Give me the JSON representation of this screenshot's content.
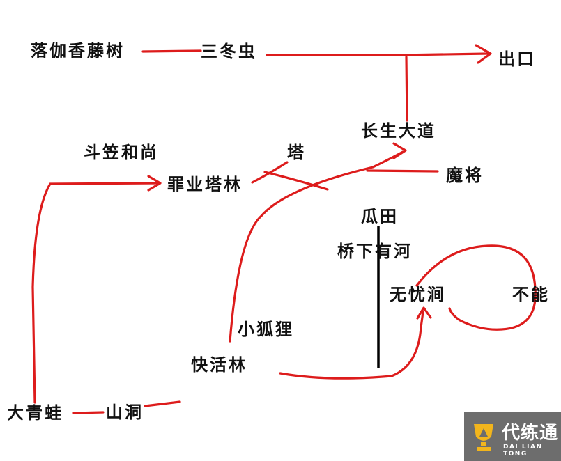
{
  "nodes": {
    "luoqie": "落伽香藤树",
    "sandong": "三冬虫",
    "exit": "出口",
    "changsheng": "长生大道",
    "doulin": "斗笠和尚",
    "tower": "塔",
    "zuiye": "罪业塔林",
    "mojiang": "魔将",
    "guatian": "瓜田",
    "qiaoxia": "桥下有河",
    "wuyou": "无忧涧",
    "buneng": "不能",
    "xiaohuli": "小狐狸",
    "kuaihuo": "快活林",
    "daqingwa": "大青蛙",
    "shandong": "山洞"
  },
  "watermark": {
    "name": "代练通",
    "sub": "DAI LIAN TONG"
  },
  "colors": {
    "path": "#dd1c1c",
    "divider": "#000000",
    "brand_bg": "#6d6d6d",
    "brand_accent": "#f2b51c"
  }
}
